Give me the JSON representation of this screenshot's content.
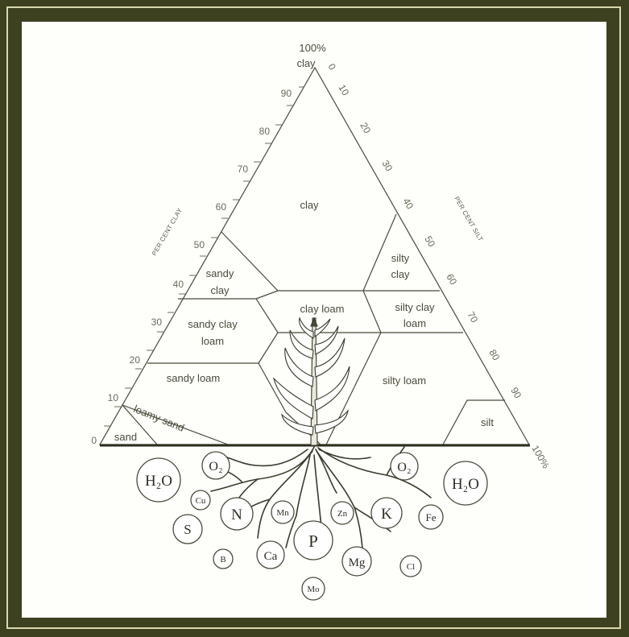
{
  "axis": {
    "clay_label_top": "100%",
    "clay_label_bottom": "clay",
    "left_axis_title": "PER CENT CLAY",
    "right_axis_title": "PER CENT SILT",
    "right_end_label": "100%",
    "left_ticks": [
      "90",
      "80",
      "70",
      "60",
      "50",
      "40",
      "30",
      "20",
      "10",
      "0"
    ],
    "right_ticks": [
      "0",
      "10",
      "20",
      "30",
      "40",
      "50",
      "60",
      "70",
      "80",
      "90"
    ]
  },
  "regions": {
    "clay": "clay",
    "sandy_clay_1": "sandy",
    "sandy_clay_2": "clay",
    "silty_clay_1": "silty",
    "silty_clay_2": "clay",
    "clay_loam": "clay loam",
    "sandy_clay_loam_1": "sandy clay",
    "sandy_clay_loam_2": "loam",
    "silty_clay_loam_1": "silty clay",
    "silty_clay_loam_2": "loam",
    "sandy_loam": "sandy loam",
    "silty_loam": "silty loam",
    "loamy_sand": "loamy sand",
    "sand": "sand",
    "silt": "silt"
  },
  "nutrients": {
    "h2o_left": "H₂O",
    "o2_left": "O₂",
    "o2_right": "O₂",
    "h2o_right": "H₂O",
    "cu": "Cu",
    "n": "N",
    "mn": "Mn",
    "zn": "Zn",
    "k": "K",
    "fe": "Fe",
    "s": "S",
    "p": "P",
    "b": "B",
    "ca": "Ca",
    "mg": "Mg",
    "cl": "Cl",
    "mo": "Mo"
  },
  "colors": {
    "background": "#3d4120",
    "panel": "#fefefb",
    "line": "#4a4a3a",
    "ground": "#2d2d1e"
  }
}
